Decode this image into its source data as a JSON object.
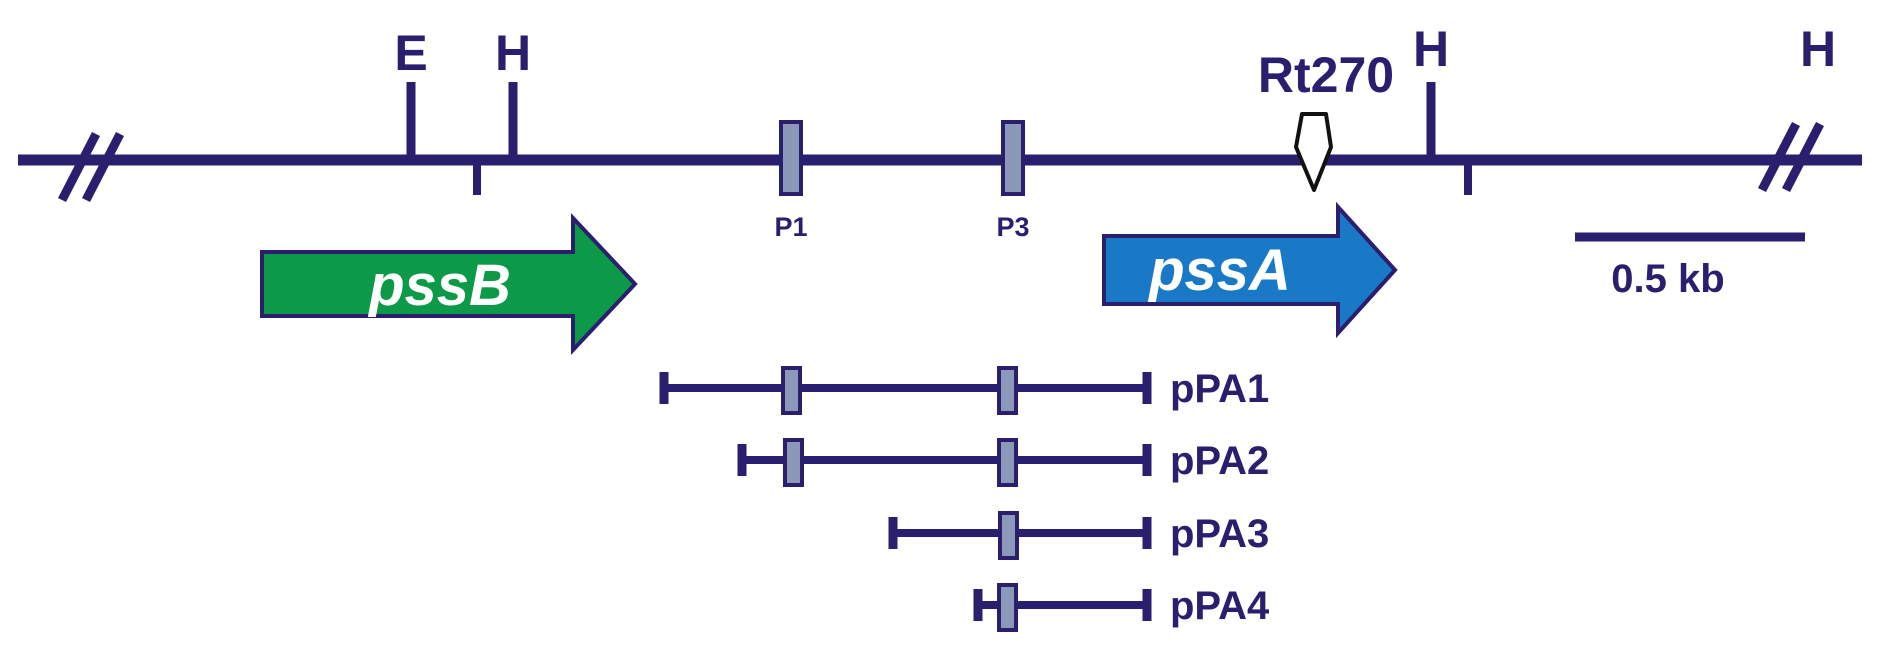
{
  "colors": {
    "line": "#2a1f6e",
    "box": "#8c98b8",
    "pssB": "#0d9a48",
    "pssA": "#1a79c7",
    "marker_fill": "#ffffff",
    "marker_stroke": "#111111"
  },
  "sites": {
    "E": "E",
    "H1": "H",
    "H2": "H",
    "H3": "H"
  },
  "marker": {
    "label": "Rt270"
  },
  "promoters": {
    "p1": "P1",
    "p3": "P3"
  },
  "genes": {
    "pssB": "pssB",
    "pssA": "pssA"
  },
  "scale": {
    "label": "0.5 kb"
  },
  "fragments": [
    {
      "name": "pPA1"
    },
    {
      "name": "pPA2"
    },
    {
      "name": "pPA3"
    },
    {
      "name": "pPA4"
    }
  ]
}
